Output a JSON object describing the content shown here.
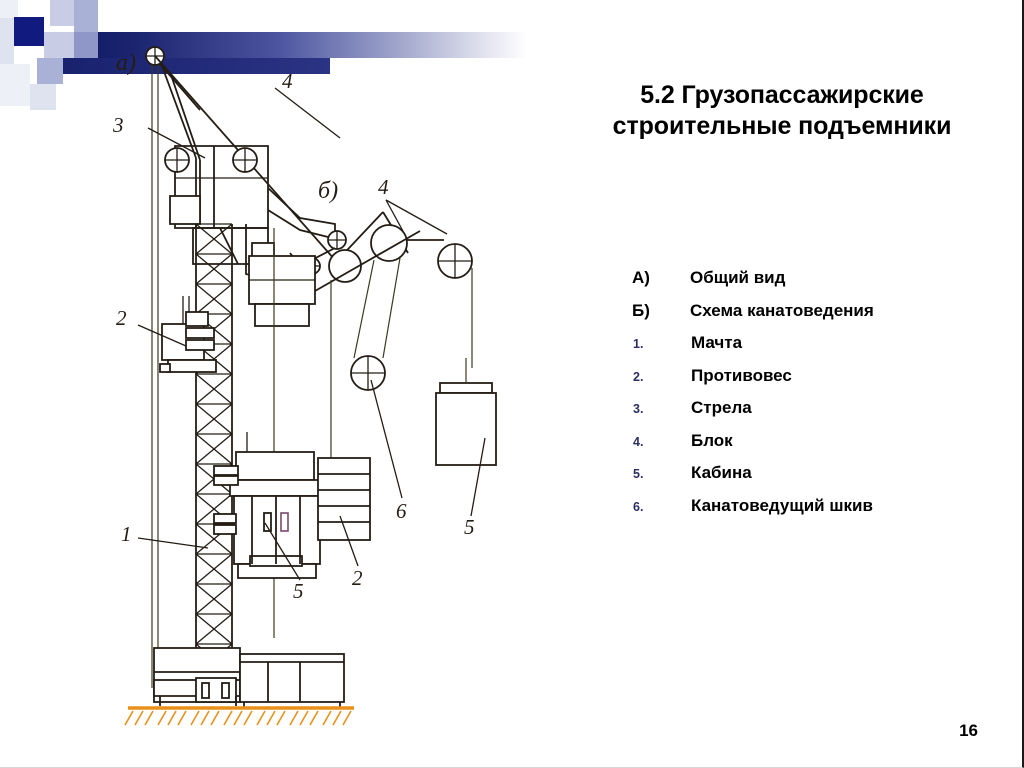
{
  "slide": {
    "title_line1": "5.2 Грузопассажирские",
    "title_line2": "строительные подъемники",
    "page_number": "16",
    "background_color": "#ffffff",
    "accent_navy": "#111a7e",
    "accent_light_blue": "#aab1d6",
    "number_color": "#2b2f63",
    "ground_color": "#e8901a",
    "line_color": "#241d15"
  },
  "legend": {
    "items": [
      {
        "marker": "А)",
        "label": "Общий вид",
        "type": "letter"
      },
      {
        "marker": "Б)",
        "label": "Схема канатоведения",
        "type": "letter"
      },
      {
        "marker": "1.",
        "label": "Мачта",
        "type": "number"
      },
      {
        "marker": "2.",
        "label": "Противовес",
        "type": "number"
      },
      {
        "marker": "3.",
        "label": "Стрела",
        "type": "number"
      },
      {
        "marker": "4.",
        "label": "Блок",
        "type": "number"
      },
      {
        "marker": "5.",
        "label": "Кабина",
        "type": "number"
      },
      {
        "marker": "6.",
        "label": "Канатоведущий шкив",
        "type": "number"
      }
    ]
  },
  "diagram": {
    "view_a_label": "а)",
    "view_b_label": "б)",
    "callouts_a": [
      {
        "id": "a-3",
        "text": "3"
      },
      {
        "id": "a-4",
        "text": "4"
      },
      {
        "id": "a-2",
        "text": "2"
      },
      {
        "id": "a-1",
        "text": "1"
      },
      {
        "id": "a-5",
        "text": "5"
      }
    ],
    "callouts_b": [
      {
        "id": "b-4",
        "text": "4"
      },
      {
        "id": "b-6",
        "text": "6"
      },
      {
        "id": "b-2",
        "text": "2"
      },
      {
        "id": "b-5",
        "text": "5"
      }
    ]
  }
}
